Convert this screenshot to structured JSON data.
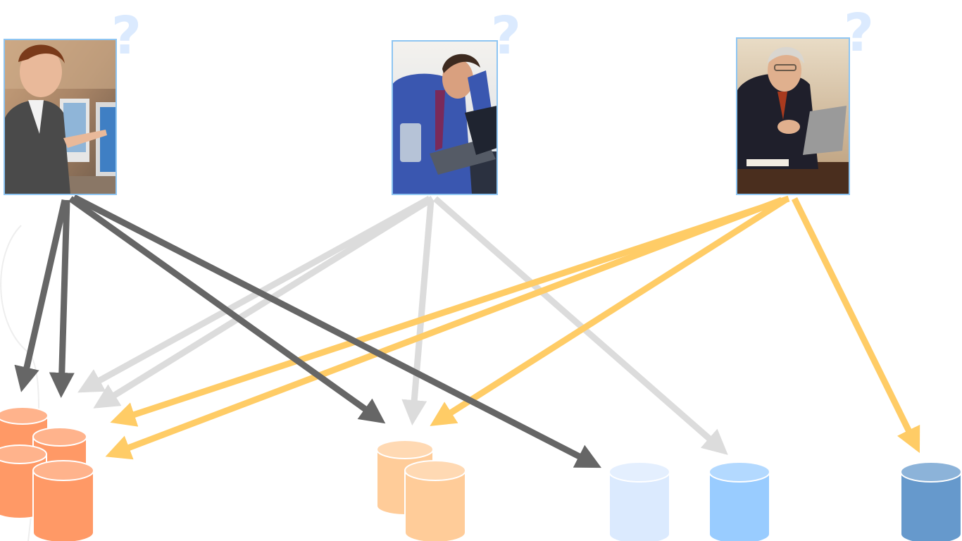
{
  "diagram": {
    "question_mark": "?",
    "colors": {
      "user1_arrows": "#666666",
      "user2_arrows": "#dcdcdc",
      "user3_arrows": "#ffcc66",
      "question_mark": "#dbeafe",
      "photo_border": "#8ec5f2"
    },
    "users": [
      {
        "id": "user-1",
        "icon": "businesswoman-at-monitor-photo",
        "arrow_color": "#666666"
      },
      {
        "id": "user-2",
        "icon": "stressed-man-at-laptop-photo",
        "arrow_color": "#dcdcdc"
      },
      {
        "id": "user-3",
        "icon": "executive-at-laptop-photo",
        "arrow_color": "#ffcc66"
      }
    ],
    "databases": [
      {
        "id": "db-orange-1",
        "color": "#ff9966"
      },
      {
        "id": "db-orange-2",
        "color": "#ff9966"
      },
      {
        "id": "db-orange-3",
        "color": "#ff9966"
      },
      {
        "id": "db-orange-4",
        "color": "#ff9966"
      },
      {
        "id": "db-peach-1",
        "color": "#ffcc99"
      },
      {
        "id": "db-peach-2",
        "color": "#ffcc99"
      },
      {
        "id": "db-pale-blue",
        "color": "#dbeafe"
      },
      {
        "id": "db-light-blue",
        "color": "#99ccff"
      },
      {
        "id": "db-steel-blue",
        "color": "#6699cc"
      }
    ]
  }
}
